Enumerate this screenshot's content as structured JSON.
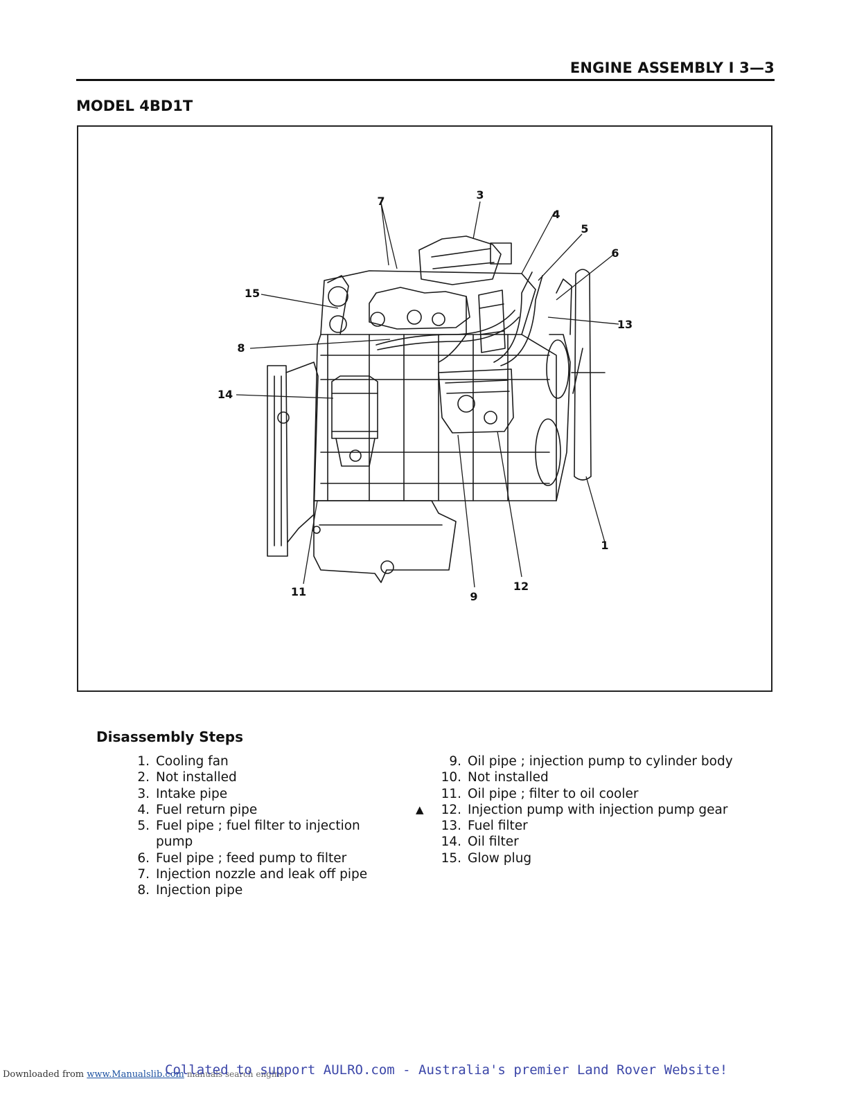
{
  "header": {
    "section_title": "ENGINE ASSEMBLY I 3—3",
    "model_title": "MODEL 4BD1T"
  },
  "figure": {
    "callouts": [
      "1",
      "3",
      "4",
      "5",
      "6",
      "7",
      "8",
      "9",
      "11",
      "12",
      "13",
      "14",
      "15"
    ]
  },
  "disassembly": {
    "title": "Disassembly Steps",
    "left_items": [
      {
        "num": "1.",
        "mark": "",
        "text": "Cooling fan"
      },
      {
        "num": "2.",
        "mark": "",
        "text": "Not installed"
      },
      {
        "num": "3.",
        "mark": "",
        "text": "Intake pipe"
      },
      {
        "num": "4.",
        "mark": "",
        "text": "Fuel return pipe"
      },
      {
        "num": "5.",
        "mark": "",
        "text": "Fuel pipe ; fuel filter to injection pump"
      },
      {
        "num": "6.",
        "mark": "",
        "text": "Fuel pipe ; feed pump to filter"
      },
      {
        "num": "7.",
        "mark": "",
        "text": "Injection nozzle and leak off pipe"
      },
      {
        "num": "8.",
        "mark": "",
        "text": "Injection pipe"
      }
    ],
    "right_items": [
      {
        "num": "9.",
        "mark": "",
        "text": "Oil pipe ; injection pump to cylinder body"
      },
      {
        "num": "10.",
        "mark": "",
        "text": "Not installed"
      },
      {
        "num": "11.",
        "mark": "",
        "text": "Oil pipe ; filter to oil cooler"
      },
      {
        "num": "12.",
        "mark": "▲",
        "text": "Injection pump with injection pump gear"
      },
      {
        "num": "13.",
        "mark": "",
        "text": "Fuel filter"
      },
      {
        "num": "14.",
        "mark": "",
        "text": "Oil filter"
      },
      {
        "num": "15.",
        "mark": "",
        "text": "Glow plug"
      }
    ]
  },
  "footer": {
    "downloaded_prefix": "Downloaded from",
    "downloaded_link": "www.Manualslib.com",
    "downloaded_suffix": "manuals search engine",
    "collated": "Collated to support AULRO.com - Australia's premier Land Rover Website!"
  }
}
